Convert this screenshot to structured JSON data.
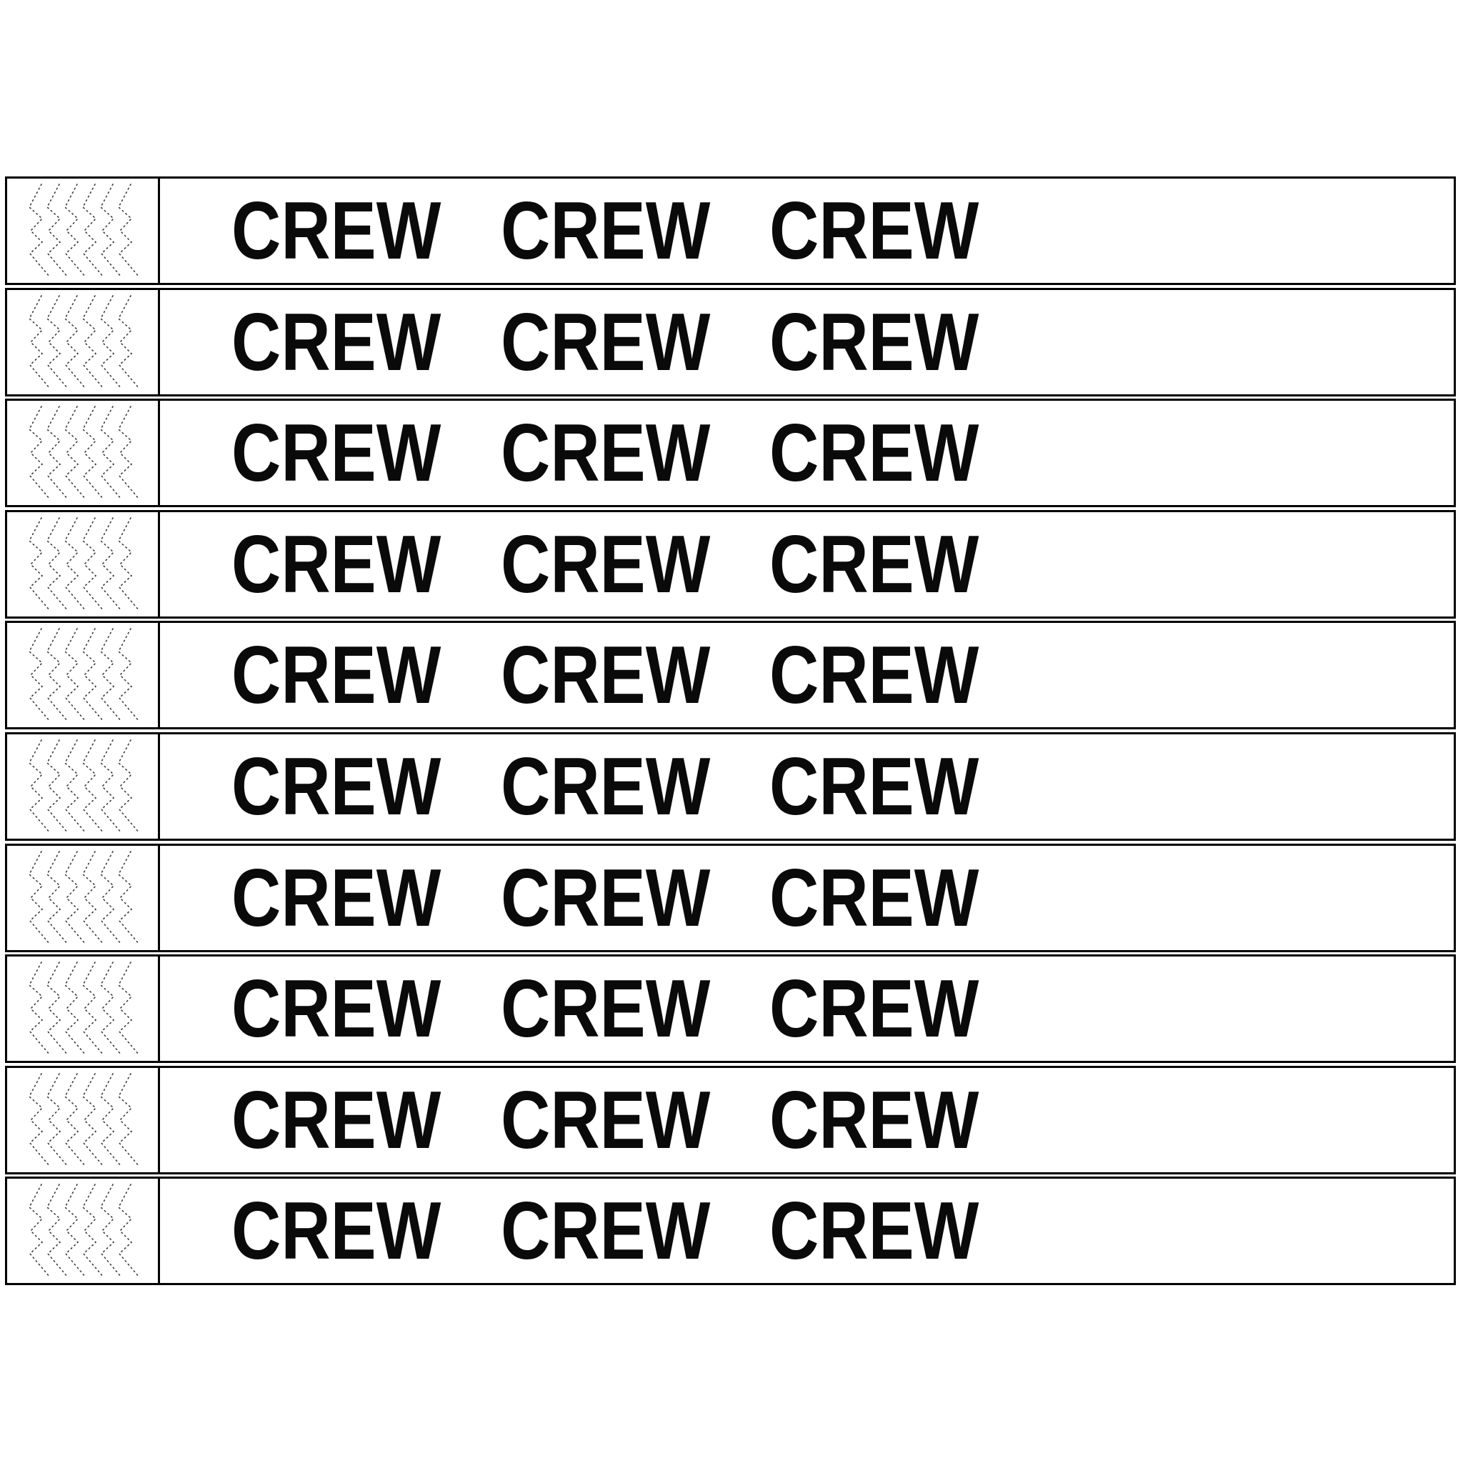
{
  "sheet": {
    "description_label": "printable crew wristband sheet",
    "band_count": 10,
    "colors": {
      "page_background": "#ffffff",
      "band_background": "#ffffff",
      "border": "#000000",
      "text": "#0a0a0a",
      "perforation_dots": "#3d3d3d"
    },
    "icons": {
      "stub_pattern": "perforation-zigzag-icon"
    },
    "bands": [
      {
        "words": [
          "CREW",
          "CREW",
          "CREW"
        ]
      },
      {
        "words": [
          "CREW",
          "CREW",
          "CREW"
        ]
      },
      {
        "words": [
          "CREW",
          "CREW",
          "CREW"
        ]
      },
      {
        "words": [
          "CREW",
          "CREW",
          "CREW"
        ]
      },
      {
        "words": [
          "CREW",
          "CREW",
          "CREW"
        ]
      },
      {
        "words": [
          "CREW",
          "CREW",
          "CREW"
        ]
      },
      {
        "words": [
          "CREW",
          "CREW",
          "CREW"
        ]
      },
      {
        "words": [
          "CREW",
          "CREW",
          "CREW"
        ]
      },
      {
        "words": [
          "CREW",
          "CREW",
          "CREW"
        ]
      },
      {
        "words": [
          "CREW",
          "CREW",
          "CREW"
        ]
      }
    ]
  }
}
